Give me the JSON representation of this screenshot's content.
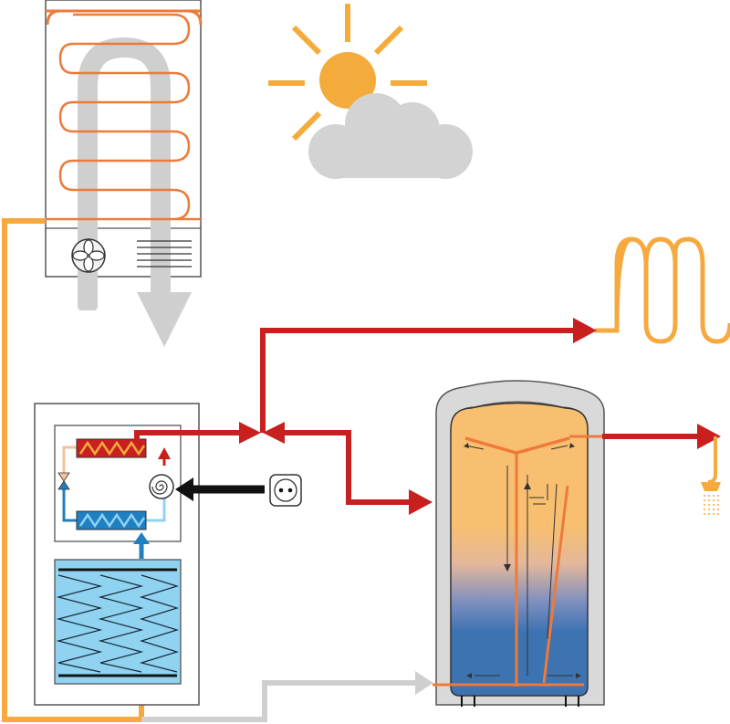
{
  "diagram": {
    "components": [
      {
        "id": "air-collector-unit",
        "icon": "fan-icon"
      },
      {
        "id": "sun",
        "icon": "sun-icon"
      },
      {
        "id": "cloud",
        "icon": "cloud-icon"
      },
      {
        "id": "heat-pump-unit",
        "icon": "compressor-icon"
      },
      {
        "id": "power-socket",
        "icon": "socket-icon"
      },
      {
        "id": "ground-storage",
        "icon": "zigzag-exchanger-icon"
      },
      {
        "id": "hot-water-tank",
        "icon": "tank-icon"
      },
      {
        "id": "radiator",
        "icon": "radiator-coil-icon"
      },
      {
        "id": "shower",
        "icon": "shower-icon"
      }
    ],
    "colors": {
      "hot_flow": "#c8201f",
      "warm_pipe": "#f5a93f",
      "coil": "#ee7a3a",
      "cold_flow": "#1f7fc1",
      "cold_fluid": "#8fd3f0",
      "return_air": "#cfcfcf",
      "electric": "#111111",
      "sun": "#f4ab3c",
      "tank_hot": "#f8bf70",
      "tank_cold": "#3e73b2",
      "casing": "#d9d9d9"
    }
  }
}
